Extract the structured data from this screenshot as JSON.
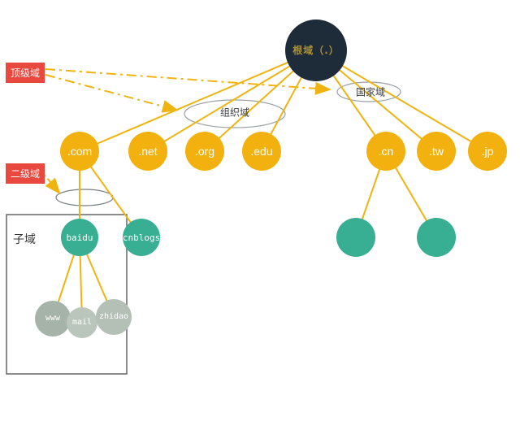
{
  "root": {
    "label": "根域（.）"
  },
  "annotations": {
    "top_level_label": "顶级域",
    "second_level_label": "二级域",
    "subdomain_label": "子域",
    "org_domain_label": "组织域",
    "country_domain_label": "国家域"
  },
  "tld_nodes": [
    ".com",
    ".net",
    ".org",
    ".edu",
    ".cn",
    ".tw",
    ".jp"
  ],
  "second_level_nodes": [
    "baidu",
    "cnblogs"
  ],
  "subdomain_nodes": [
    "www",
    "mail",
    "zhidao"
  ],
  "colors": {
    "root_circle": "#1E2B38",
    "root_text_gold": "#AE9130",
    "tld_yellow": "#F2B10E",
    "teal_green": "#38AF92",
    "gray_www": "#A5B3A9",
    "gray_mail": "#BAC5BB",
    "gray_zhidao": "#B4BFB5",
    "edge_yellow": "#F0B411",
    "label_red": "#E8483E",
    "ellipse_stroke": "#9AA0A6",
    "rect_stroke": "#666666"
  }
}
